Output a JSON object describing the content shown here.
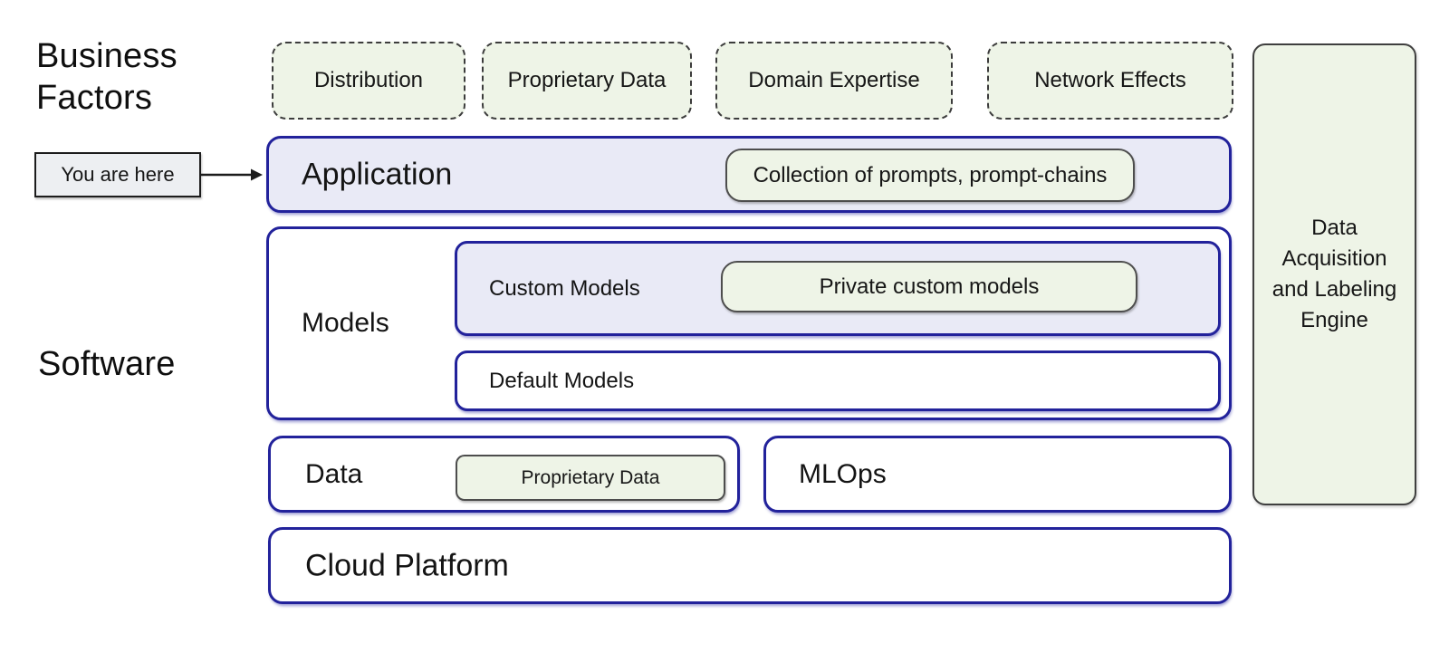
{
  "left_column": {
    "business_factors_label": "Business Factors",
    "software_label": "Software",
    "you_are_here_label": "You are here"
  },
  "business_factors": {
    "items": [
      {
        "label": "Distribution"
      },
      {
        "label": "Proprietary Data"
      },
      {
        "label": "Domain Expertise"
      },
      {
        "label": "Network Effects"
      }
    ]
  },
  "stack": {
    "application": {
      "title": "Application",
      "badge": "Collection of prompts, prompt-chains"
    },
    "models": {
      "title": "Models",
      "custom_models": {
        "title": "Custom Models",
        "badge": "Private custom models"
      },
      "default_models": {
        "title": "Default Models"
      }
    },
    "data": {
      "title": "Data",
      "badge": "Proprietary Data"
    },
    "mlops": {
      "title": "MLOps"
    },
    "cloud_platform": {
      "title": "Cloud Platform"
    }
  },
  "side_panel": {
    "label": "Data Acquisition and Labeling Engine"
  },
  "colors": {
    "stack_border_blue": "#22229b",
    "lavender_fill": "#e9eaf6",
    "green_fill": "#eef4e7",
    "badge_border_gray": "#4d4d4d",
    "you_are_here_fill": "#edeff2"
  }
}
